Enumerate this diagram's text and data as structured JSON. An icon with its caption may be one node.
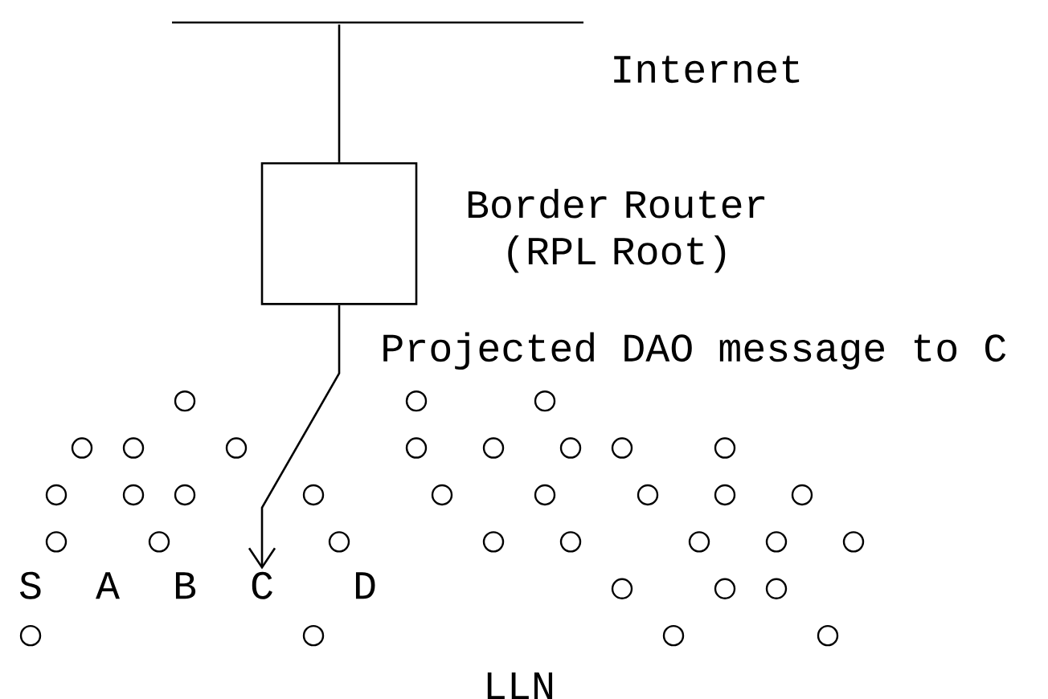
{
  "diagram": {
    "nodes": [
      {
        "text": [
          "Internet"
        ]
      },
      {
        "text": [
          "Border Router (RPL Root)"
        ]
      },
      {
        "text": [],
        "shape": "circle"
      },
      {
        "text": [],
        "shape": "circle"
      },
      {
        "text": [],
        "shape": "circle"
      },
      {
        "text": [],
        "shape": "circle"
      },
      {
        "text": [],
        "shape": "circle"
      },
      {
        "text": [],
        "shape": "circle"
      },
      {
        "text": [],
        "shape": "circle"
      },
      {
        "text": [],
        "shape": "circle"
      },
      {
        "text": [],
        "shape": "circle"
      },
      {
        "text": [],
        "shape": "circle"
      },
      {
        "text": [],
        "shape": "circle"
      },
      {
        "text": [],
        "shape": "circle"
      },
      {
        "text": [],
        "shape": "circle"
      },
      {
        "text": [],
        "shape": "circle"
      },
      {
        "text": [],
        "shape": "circle"
      },
      {
        "text": [],
        "shape": "circle"
      },
      {
        "text": [],
        "shape": "circle"
      },
      {
        "text": [],
        "shape": "circle"
      },
      {
        "text": [],
        "shape": "circle"
      },
      {
        "text": [],
        "shape": "circle"
      },
      {
        "text": [],
        "shape": "circle"
      },
      {
        "text": [],
        "shape": "circle"
      },
      {
        "text": [],
        "shape": "circle"
      },
      {
        "text": [],
        "shape": "circle"
      },
      {
        "text": [],
        "shape": "circle"
      },
      {
        "text": [],
        "shape": "circle"
      },
      {
        "text": [],
        "shape": "circle"
      },
      {
        "text": [],
        "shape": "circle"
      },
      {
        "text": [
          "S"
        ]
      },
      {
        "text": [
          "A"
        ]
      },
      {
        "text": [
          "B"
        ]
      },
      {
        "text": [
          "C"
        ]
      },
      {
        "text": [
          "D"
        ]
      },
      {
        "text": [],
        "shape": "circle"
      },
      {
        "text": [],
        "shape": "circle"
      },
      {
        "text": [],
        "shape": "circle"
      },
      {
        "text": [],
        "shape": "circle"
      },
      {
        "text": [],
        "shape": "circle"
      },
      {
        "text": [],
        "shape": "circle"
      },
      {
        "text": [],
        "shape": "circle"
      }
    ],
    "edges": [
      {
        "from": 0,
        "to": 1,
        "arrow": "none"
      },
      {
        "from": 1,
        "to": 33,
        "arrow": "to",
        "label": "Projected DAO message to C"
      }
    ],
    "labels": [
      "LLN"
    ]
  }
}
